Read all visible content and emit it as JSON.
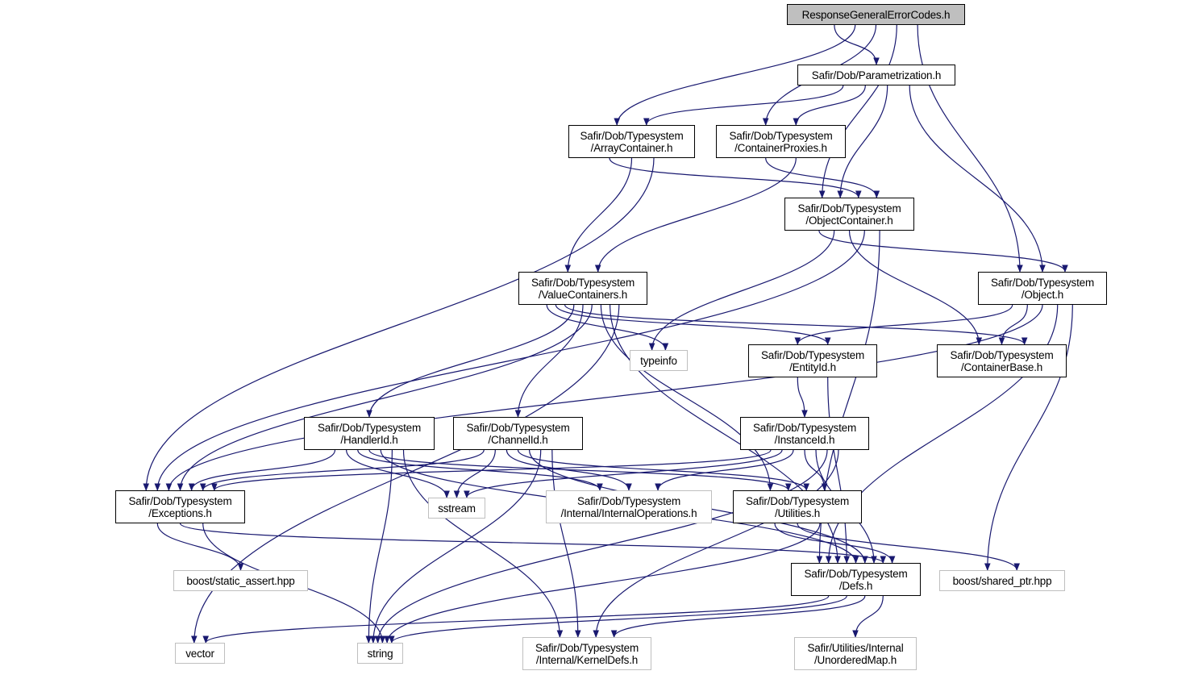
{
  "title": "ResponseGeneralErrorCodes.h include dependency graph",
  "colors": {
    "edge": "#191970",
    "root_fill": "#bfbfbf",
    "node_border": "#000000",
    "external_border": "#bfbfbf"
  },
  "nodes": {
    "root": {
      "lines": [
        "ResponseGeneralErrorCodes.h"
      ],
      "kind": "root"
    },
    "param": {
      "lines": [
        "Safir/Dob/Parametrization.h"
      ],
      "kind": "internal"
    },
    "arraycont": {
      "lines": [
        "Safir/Dob/Typesystem",
        "/ArrayContainer.h"
      ],
      "kind": "internal"
    },
    "contprox": {
      "lines": [
        "Safir/Dob/Typesystem",
        "/ContainerProxies.h"
      ],
      "kind": "internal"
    },
    "objcont": {
      "lines": [
        "Safir/Dob/Typesystem",
        "/ObjectContainer.h"
      ],
      "kind": "internal"
    },
    "valuecont": {
      "lines": [
        "Safir/Dob/Typesystem",
        "/ValueContainers.h"
      ],
      "kind": "internal"
    },
    "object": {
      "lines": [
        "Safir/Dob/Typesystem",
        "/Object.h"
      ],
      "kind": "internal"
    },
    "typeinfo": {
      "lines": [
        "typeinfo"
      ],
      "kind": "external"
    },
    "entityid": {
      "lines": [
        "Safir/Dob/Typesystem",
        "/EntityId.h"
      ],
      "kind": "internal"
    },
    "contbase": {
      "lines": [
        "Safir/Dob/Typesystem",
        "/ContainerBase.h"
      ],
      "kind": "internal"
    },
    "handlerid": {
      "lines": [
        "Safir/Dob/Typesystem",
        "/HandlerId.h"
      ],
      "kind": "internal"
    },
    "channelid": {
      "lines": [
        "Safir/Dob/Typesystem",
        "/ChannelId.h"
      ],
      "kind": "internal"
    },
    "instanceid": {
      "lines": [
        "Safir/Dob/Typesystem",
        "/InstanceId.h"
      ],
      "kind": "internal"
    },
    "exceptions": {
      "lines": [
        "Safir/Dob/Typesystem",
        "/Exceptions.h"
      ],
      "kind": "internal"
    },
    "sstream": {
      "lines": [
        "sstream"
      ],
      "kind": "external"
    },
    "internalops": {
      "lines": [
        "Safir/Dob/Typesystem",
        "/Internal/InternalOperations.h"
      ],
      "kind": "external"
    },
    "utilities": {
      "lines": [
        "Safir/Dob/Typesystem",
        "/Utilities.h"
      ],
      "kind": "internal"
    },
    "staticassert": {
      "lines": [
        "boost/static_assert.hpp"
      ],
      "kind": "external"
    },
    "defs": {
      "lines": [
        "Safir/Dob/Typesystem",
        "/Defs.h"
      ],
      "kind": "internal"
    },
    "sharedptr": {
      "lines": [
        "boost/shared_ptr.hpp"
      ],
      "kind": "external"
    },
    "vector": {
      "lines": [
        "vector"
      ],
      "kind": "external"
    },
    "string": {
      "lines": [
        "string"
      ],
      "kind": "external"
    },
    "kerneldefs": {
      "lines": [
        "Safir/Dob/Typesystem",
        "/Internal/KernelDefs.h"
      ],
      "kind": "external"
    },
    "unorderedmap": {
      "lines": [
        "Safir/Utilities/Internal",
        "/UnorderedMap.h"
      ],
      "kind": "external"
    }
  },
  "edges": [
    [
      "root",
      "param"
    ],
    [
      "root",
      "arraycont"
    ],
    [
      "root",
      "contprox"
    ],
    [
      "root",
      "objcont"
    ],
    [
      "root",
      "object"
    ],
    [
      "param",
      "arraycont"
    ],
    [
      "param",
      "contprox"
    ],
    [
      "param",
      "objcont"
    ],
    [
      "param",
      "object"
    ],
    [
      "arraycont",
      "objcont"
    ],
    [
      "arraycont",
      "valuecont"
    ],
    [
      "arraycont",
      "exceptions"
    ],
    [
      "contprox",
      "objcont"
    ],
    [
      "contprox",
      "valuecont"
    ],
    [
      "objcont",
      "object"
    ],
    [
      "objcont",
      "typeinfo"
    ],
    [
      "objcont",
      "contbase"
    ],
    [
      "objcont",
      "exceptions"
    ],
    [
      "objcont",
      "defs"
    ],
    [
      "object",
      "entityid"
    ],
    [
      "object",
      "contbase"
    ],
    [
      "object",
      "exceptions"
    ],
    [
      "object",
      "defs"
    ],
    [
      "object",
      "sharedptr"
    ],
    [
      "valuecont",
      "typeinfo"
    ],
    [
      "valuecont",
      "entityid"
    ],
    [
      "valuecont",
      "contbase"
    ],
    [
      "valuecont",
      "handlerid"
    ],
    [
      "valuecont",
      "channelid"
    ],
    [
      "valuecont",
      "exceptions"
    ],
    [
      "valuecont",
      "utilities"
    ],
    [
      "valuecont",
      "defs"
    ],
    [
      "valuecont",
      "vector"
    ],
    [
      "entityid",
      "instanceid"
    ],
    [
      "entityid",
      "defs"
    ],
    [
      "handlerid",
      "exceptions"
    ],
    [
      "handlerid",
      "sstream"
    ],
    [
      "handlerid",
      "internalops"
    ],
    [
      "handlerid",
      "utilities"
    ],
    [
      "handlerid",
      "defs"
    ],
    [
      "handlerid",
      "string"
    ],
    [
      "handlerid",
      "kerneldefs"
    ],
    [
      "channelid",
      "exceptions"
    ],
    [
      "channelid",
      "sstream"
    ],
    [
      "channelid",
      "internalops"
    ],
    [
      "channelid",
      "utilities"
    ],
    [
      "channelid",
      "defs"
    ],
    [
      "channelid",
      "string"
    ],
    [
      "channelid",
      "kerneldefs"
    ],
    [
      "instanceid",
      "exceptions"
    ],
    [
      "instanceid",
      "sstream"
    ],
    [
      "instanceid",
      "internalops"
    ],
    [
      "instanceid",
      "utilities"
    ],
    [
      "instanceid",
      "defs"
    ],
    [
      "instanceid",
      "string"
    ],
    [
      "instanceid",
      "kerneldefs"
    ],
    [
      "exceptions",
      "staticassert"
    ],
    [
      "exceptions",
      "defs"
    ],
    [
      "exceptions",
      "string"
    ],
    [
      "utilities",
      "defs"
    ],
    [
      "utilities",
      "sharedptr"
    ],
    [
      "utilities",
      "string"
    ],
    [
      "defs",
      "vector"
    ],
    [
      "defs",
      "string"
    ],
    [
      "defs",
      "kerneldefs"
    ],
    [
      "defs",
      "unorderedmap"
    ]
  ]
}
